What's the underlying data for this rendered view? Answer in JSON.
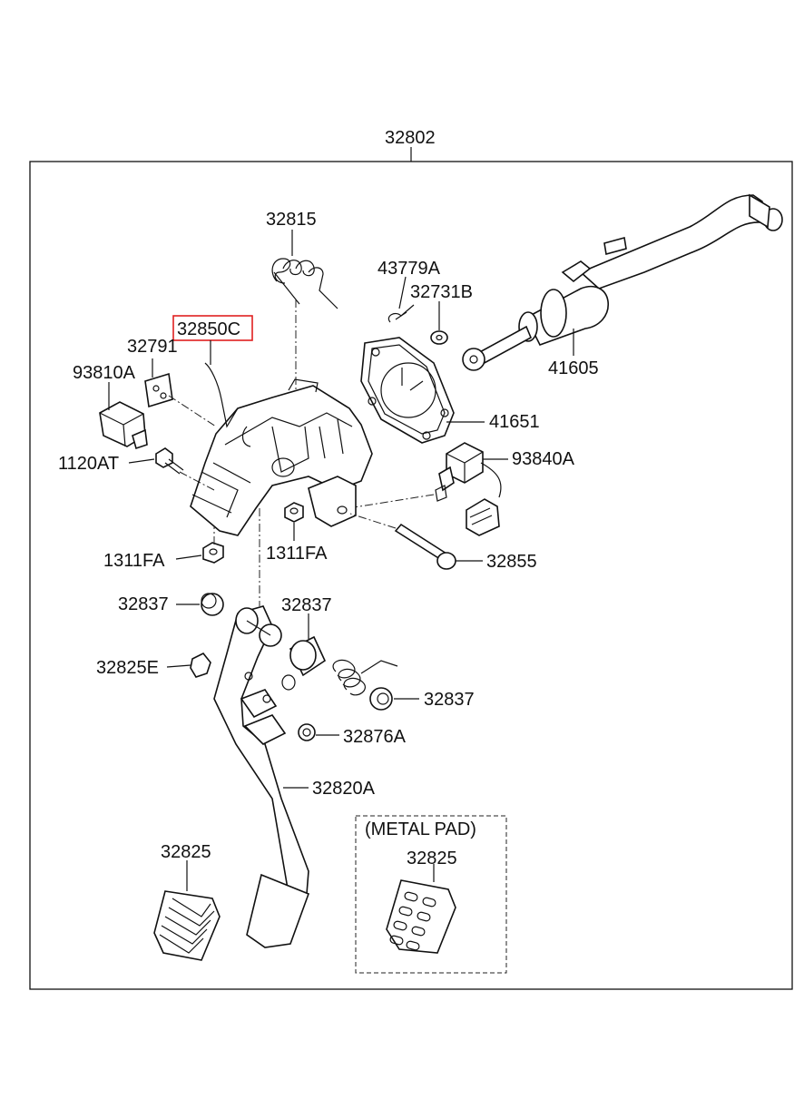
{
  "assembly": {
    "part_no": "32802"
  },
  "labels": {
    "l32815": "32815",
    "l43779a": "43779A",
    "l32731b": "32731B",
    "l32850c": "32850C",
    "l32791": "32791",
    "l93810a": "93810A",
    "l41605": "41605",
    "l41651": "41651",
    "l93840a": "93840A",
    "l1120at": "1120AT",
    "l1311fa_left": "1311FA",
    "l1311fa_mid": "1311FA",
    "l32855": "32855",
    "l32837_a": "32837",
    "l32837_b": "32837",
    "l32837_c": "32837",
    "l32825e": "32825E",
    "l32876a": "32876A",
    "l32820a": "32820A",
    "l32825_rubber": "32825",
    "l32825_metal": "32825"
  },
  "metal_pad": {
    "title": "(METAL PAD)"
  },
  "highlight": {
    "color": "#e02020",
    "part": "32850C"
  }
}
